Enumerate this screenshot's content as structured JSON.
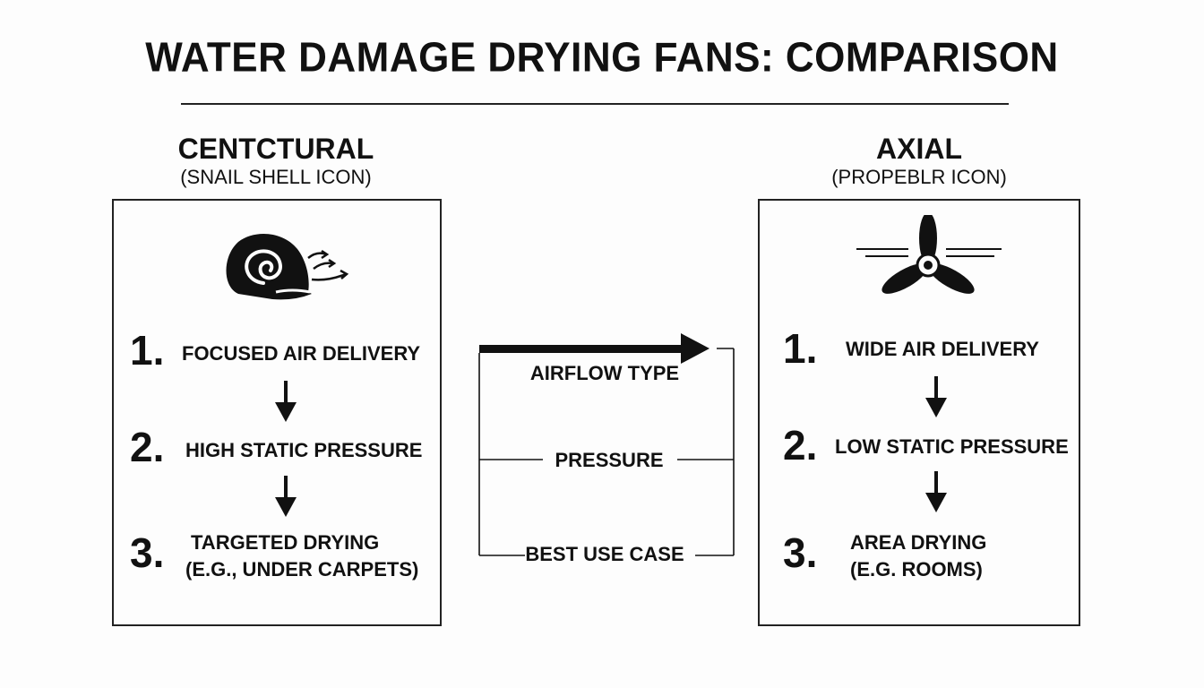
{
  "title": "WATER DAMAGE DRYING FANS: COMPARISON",
  "left": {
    "name": "CENTCTURAL",
    "subtitle": "(SNAIL SHELL ICON)",
    "icon": "snail-shell-icon",
    "steps": [
      {
        "num": "1.",
        "lines": [
          "FOCUSED AIR DELIVERY"
        ]
      },
      {
        "num": "2.",
        "lines": [
          "HIGH STATIC PRESSURE"
        ]
      },
      {
        "num": "3.",
        "lines": [
          "TARGETED DRYING",
          "(E.G., UNDER CARPETS)"
        ]
      }
    ]
  },
  "right": {
    "name": "AXIAL",
    "subtitle": "(PROPEBLR ICON)",
    "icon": "propeller-icon",
    "steps": [
      {
        "num": "1.",
        "lines": [
          "WIDE AIR DELIVERY"
        ]
      },
      {
        "num": "2.",
        "lines": [
          "LOW STATIC PRESSURE"
        ]
      },
      {
        "num": "3.",
        "lines": [
          "AREA DRYING",
          "(E.G. ROOMS)"
        ]
      }
    ]
  },
  "middle": {
    "labels": [
      "AIRFLOW TYPE",
      "PRESSURE",
      "BEST USE CASE"
    ]
  },
  "colors": {
    "ink": "#111111",
    "background": "#fdfdfd"
  }
}
